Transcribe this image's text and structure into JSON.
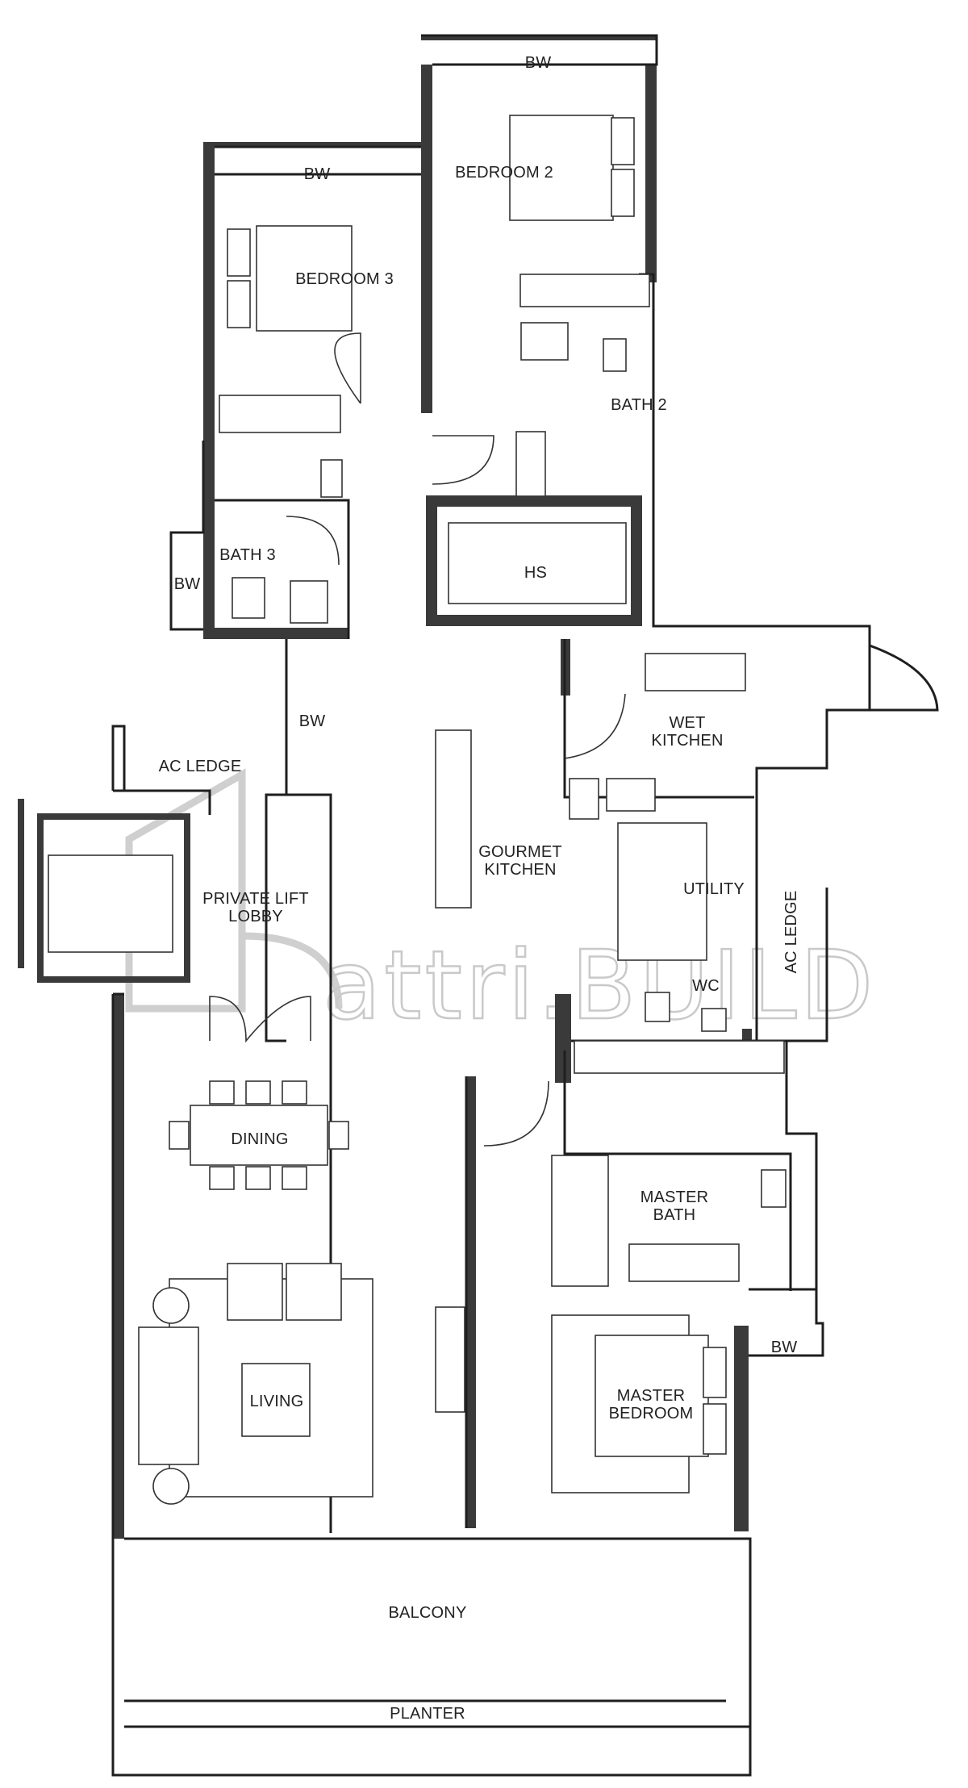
{
  "rooms": {
    "bw_top": "BW",
    "bedroom2": "BEDROOM 2",
    "bw_bed3": "BW",
    "bedroom3": "BEDROOM 3",
    "bath2": "BATH 2",
    "bath3": "BATH 3",
    "bw_bath3": "BW",
    "hs": "HS",
    "wet_kitchen": [
      "WET",
      "KITCHEN"
    ],
    "bw_corridor": "BW",
    "ac_ledge_top": "AC LEDGE",
    "gourmet_kitchen": [
      "GOURMET",
      "KITCHEN"
    ],
    "private_lift_lobby": [
      "PRIVATE LIFT",
      "LOBBY"
    ],
    "utility": "UTILITY",
    "wc": "WC",
    "ac_ledge_right": "AC LEDGE",
    "dining": "DINING",
    "master_bath": [
      "MASTER",
      "BATH"
    ],
    "bw_master": "BW",
    "living": "LIVING",
    "master_bedroom": [
      "MASTER",
      "BEDROOM"
    ],
    "balcony": "BALCONY",
    "planter": "PLANTER"
  },
  "watermark": "attri.BUILD"
}
